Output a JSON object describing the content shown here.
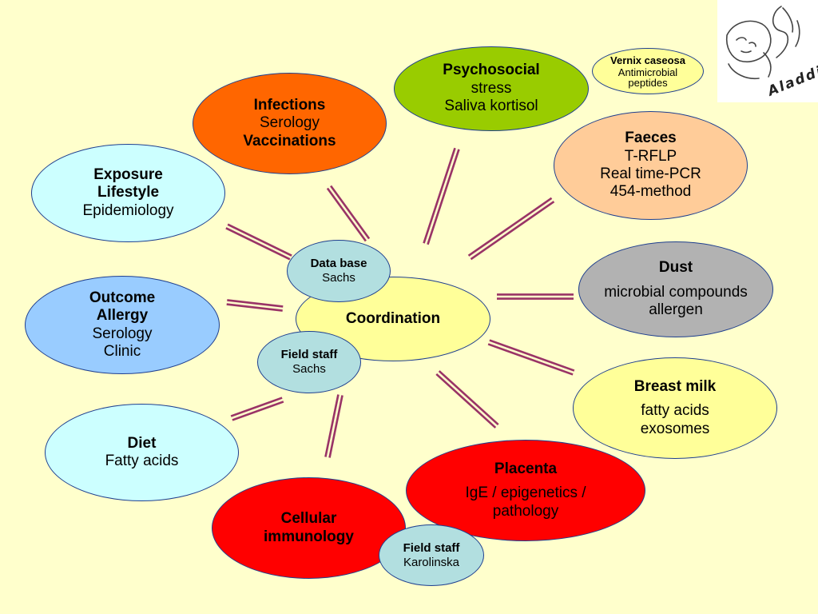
{
  "nodes": {
    "infections": {
      "title": "Infections",
      "lines": [
        "Serology"
      ],
      "title2": "Vaccinations",
      "fill": "#ff6600"
    },
    "psychosocial": {
      "title": "Psychosocial",
      "lines": [
        "stress",
        "Saliva kortisol"
      ],
      "fill": "#99cc00"
    },
    "vernix": {
      "title": "Vernix caseosa",
      "lines": [
        "Antimicrobial",
        "peptides"
      ],
      "fill": "#ffff99"
    },
    "exposure": {
      "title_lines": [
        "Exposure",
        "Lifestyle"
      ],
      "lines": [
        "Epidemiology"
      ],
      "fill": "#ccffff"
    },
    "faeces": {
      "title": "Faeces",
      "lines": [
        "T-RFLP",
        "Real time-PCR",
        "454-method"
      ],
      "fill": "#ffcc99"
    },
    "dust": {
      "title": "Dust",
      "lines": [
        "microbial compounds",
        "allergen"
      ],
      "fill": "#b2b2b2"
    },
    "database": {
      "title": "Data base",
      "lines": [
        "Sachs"
      ],
      "fill": "#b2dfe0"
    },
    "coordination": {
      "title": "Coordination",
      "fill": "#ffff99"
    },
    "outcome": {
      "title_lines": [
        "Outcome",
        "Allergy"
      ],
      "lines": [
        "Serology",
        "Clinic"
      ],
      "fill": "#99ccff"
    },
    "fieldstaff_sachs": {
      "title": "Field staff",
      "lines": [
        "Sachs"
      ],
      "fill": "#b2dfe0"
    },
    "breastmilk": {
      "title": "Breast milk",
      "lines": [
        "fatty acids",
        "exosomes"
      ],
      "fill": "#ffff99"
    },
    "diet": {
      "title": "Diet",
      "lines": [
        "Fatty acids"
      ],
      "fill": "#ccffff"
    },
    "placenta": {
      "title": "Placenta",
      "lines": [
        "IgE / epigenetics /",
        "pathology"
      ],
      "fill": "#ff0000"
    },
    "cellular": {
      "title_lines": [
        "Cellular",
        "immunology"
      ],
      "fill": "#ff0000"
    },
    "fieldstaff_karolinska": {
      "title": "Field staff",
      "lines": [
        "Karolinska"
      ],
      "fill": "#b2dfe0"
    }
  },
  "logo": {
    "text": "Aladdin"
  },
  "colors": {
    "background": "#ffffcc",
    "connector": "#993366",
    "border": "#1f3f8f"
  }
}
